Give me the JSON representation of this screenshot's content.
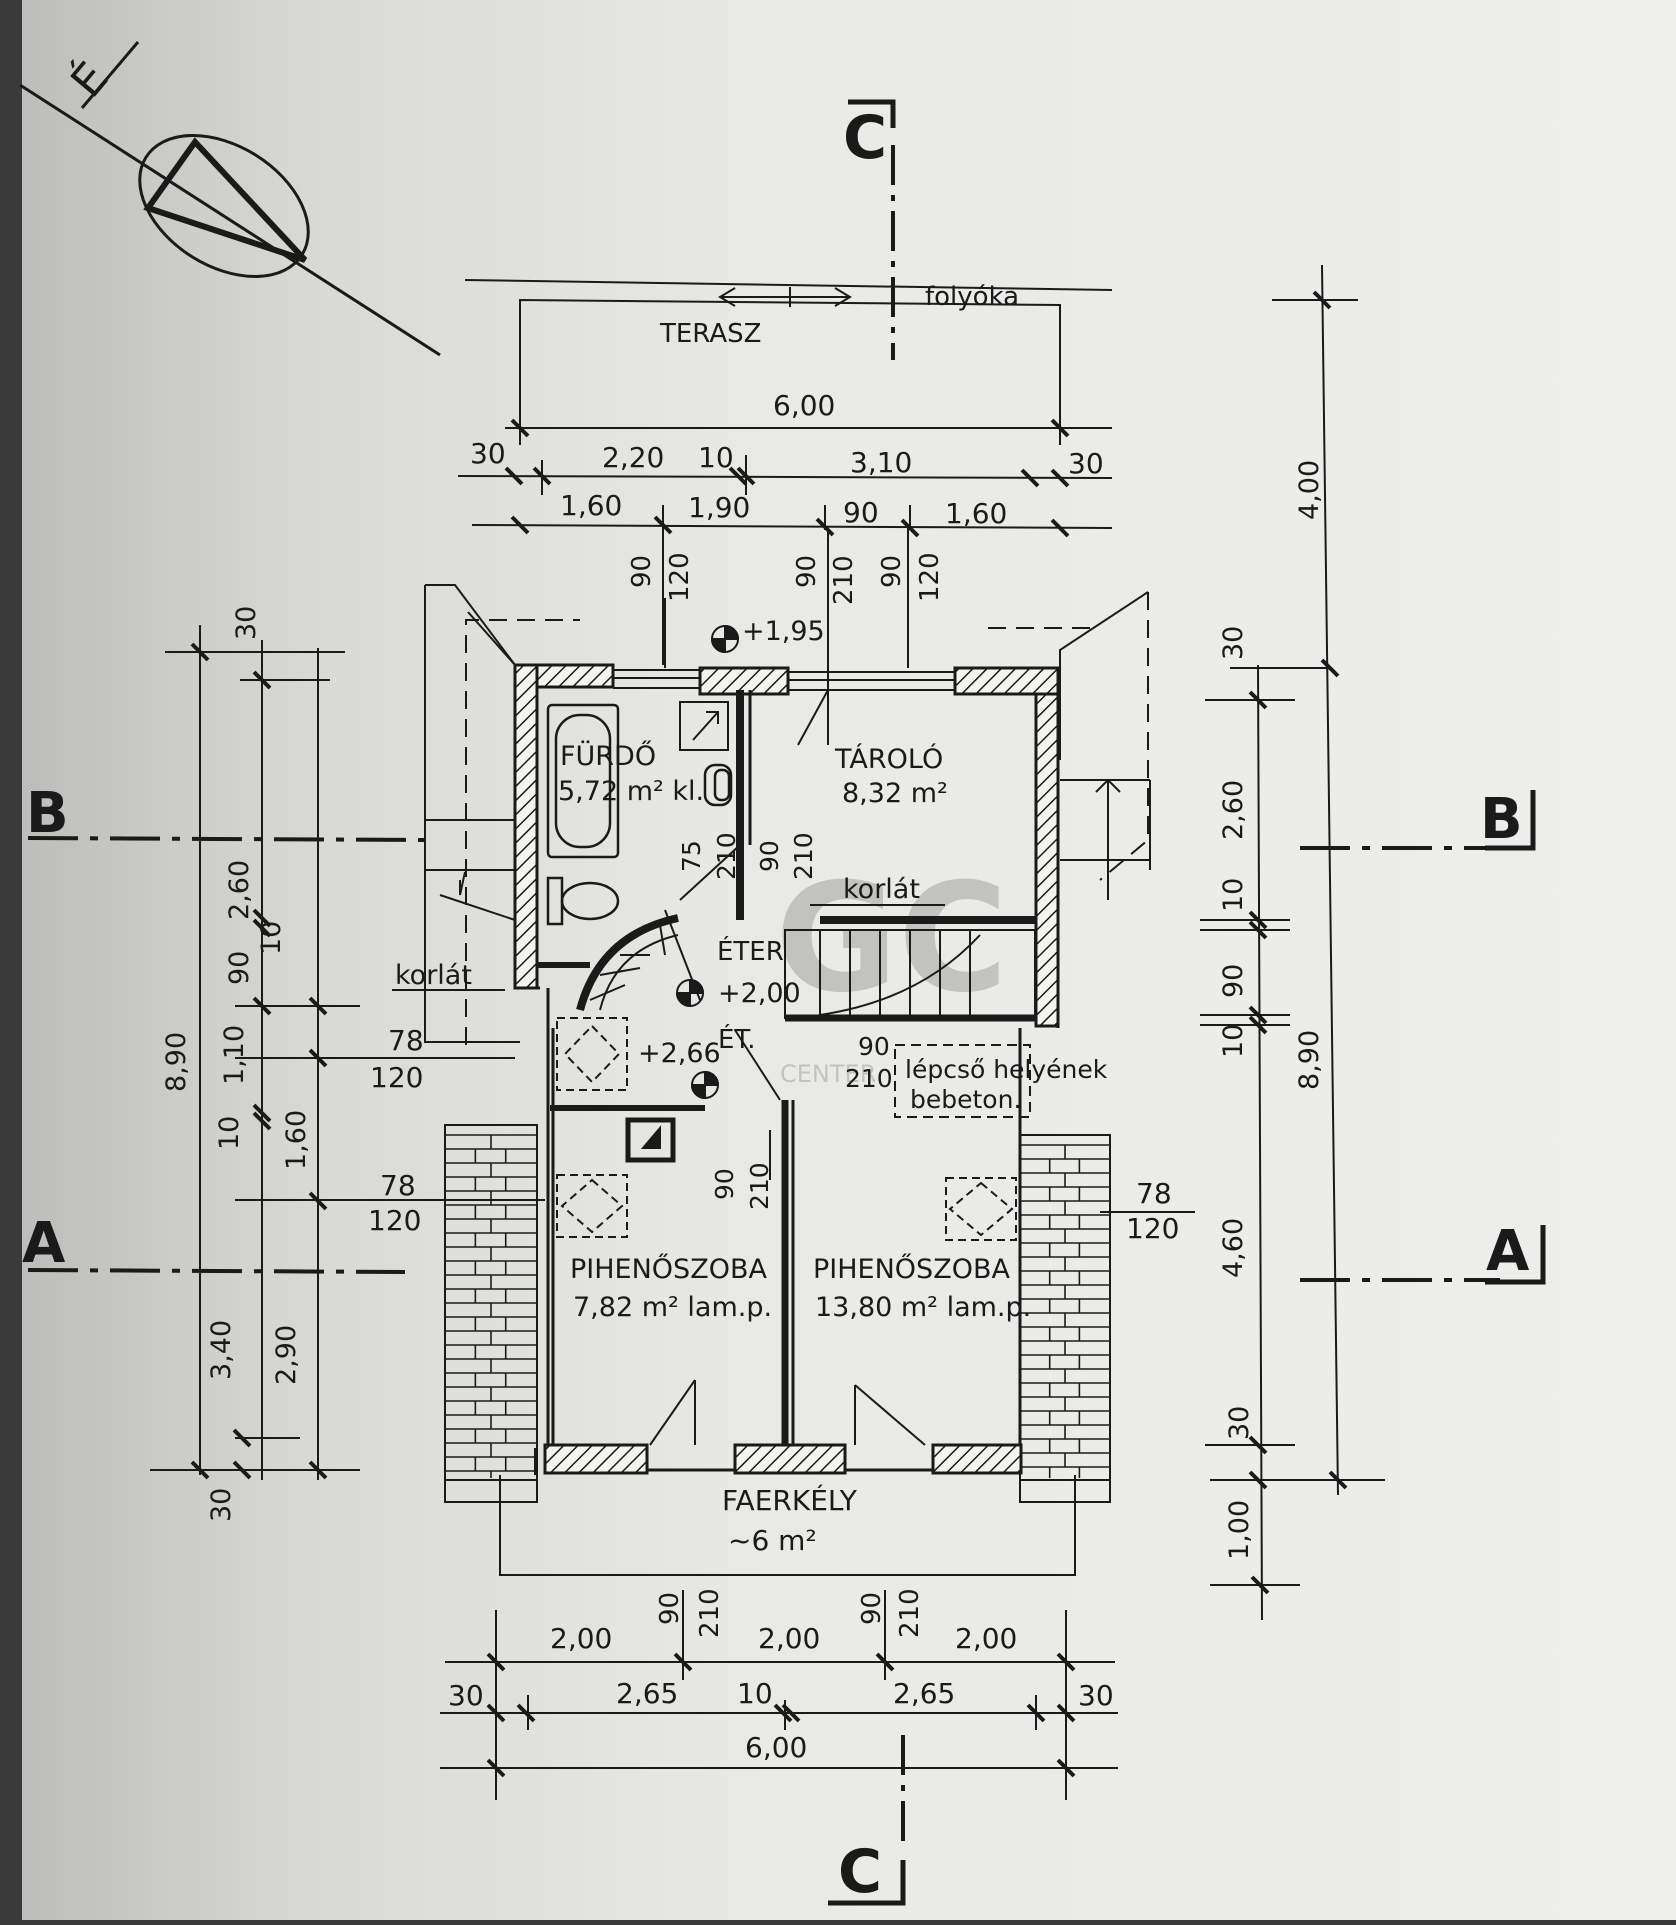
{
  "sections": {
    "c_top": "C",
    "c_bottom": "C",
    "b_left": "B",
    "b_right": "B",
    "a_left": "A",
    "a_right": "A"
  },
  "north_mark": "É",
  "rooms": {
    "terasz": "TERASZ",
    "folyoka": "folyóka",
    "furdo_name": "FÜRDŐ",
    "furdo_area": "5,72 m² kl.",
    "tarolo_name": "TÁROLÓ",
    "tarolo_area": "8,32 m²",
    "pihenoszoba1_name": "PIHENŐSZOBA",
    "pihenoszoba1_area": "7,82 m² lam.p.",
    "pihenoszoba2_name": "PIHENŐSZOBA",
    "pihenoszoba2_area": "13,80 m² lam.p.",
    "faerkely_name": "FAERKÉLY",
    "faerkely_area": "~6 m²",
    "eter": "ÉTER",
    "et": "ÉT.",
    "korlat_left": "korlát",
    "korlat_right": "korlát",
    "lepcso_1": "lépcső helyének",
    "lepcso_2": "bebeton."
  },
  "levels": {
    "l195": "+1,95",
    "l200": "+2,00",
    "l266": "+2,66"
  },
  "dims_top": {
    "total": "6,00",
    "r2_a": "30",
    "r2_b": "2,20",
    "r2_c": "10",
    "r2_d": "3,10",
    "r2_e": "30",
    "r3_a": "1,60",
    "r3_b": "1,90",
    "r3_c": "90",
    "r3_d": "1,60",
    "w1_a": "90",
    "w1_b": "120",
    "w2_a": "90",
    "w2_b": "210",
    "w3_a": "90",
    "w3_b": "120"
  },
  "dims_bottom": {
    "r1_a": "2,00",
    "r1_b": "2,00",
    "r1_c": "2,00",
    "r2_a": "30",
    "r2_b": "2,65",
    "r2_c": "10",
    "r2_d": "2,65",
    "r2_e": "30",
    "total": "6,00",
    "d1_a": "90",
    "d1_b": "210",
    "d2_a": "90",
    "d2_b": "210"
  },
  "dims_left": {
    "total": "8,90",
    "d30_top": "30",
    "d260": "2,60",
    "d10": "10",
    "d90": "90",
    "d110": "1,10",
    "d10b": "10",
    "d160": "1,60",
    "d340": "3,40",
    "d290": "2,90",
    "d30_bot": "30",
    "w1_a": "78",
    "w1_b": "120",
    "w2_a": "78",
    "w2_b": "120"
  },
  "dims_right": {
    "total": "8,90",
    "top400": "4,00",
    "d30": "30",
    "d260": "2,60",
    "d10": "10",
    "d90": "90",
    "d10b": "10",
    "d460": "4,60",
    "d30b": "30",
    "d100": "1,00",
    "w_a": "78",
    "w_b": "120"
  },
  "interior": {
    "d75": "75",
    "d210a": "210",
    "d90a": "90",
    "d210b": "210",
    "d90b": "90",
    "d210c": "210",
    "d90c": "90",
    "d210d": "210"
  },
  "watermark": {
    "mark": "GC",
    "word": "CENTER"
  }
}
